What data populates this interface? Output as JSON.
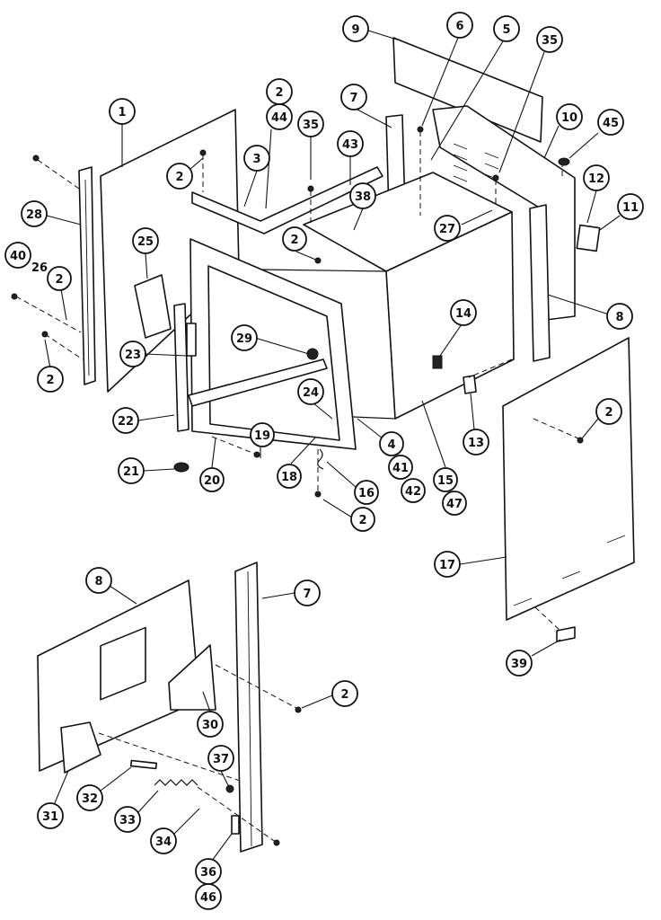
{
  "diagram": {
    "callouts": [
      {
        "label": "1"
      },
      {
        "label": "2"
      },
      {
        "label": "44"
      },
      {
        "label": "3"
      },
      {
        "label": "35"
      },
      {
        "label": "43"
      },
      {
        "label": "7"
      },
      {
        "label": "38"
      },
      {
        "label": "9"
      },
      {
        "label": "6"
      },
      {
        "label": "5"
      },
      {
        "label": "35"
      },
      {
        "label": "10"
      },
      {
        "label": "45"
      },
      {
        "label": "12"
      },
      {
        "label": "11"
      },
      {
        "label": "28"
      },
      {
        "label": "2"
      },
      {
        "label": "40"
      },
      {
        "label": "26"
      },
      {
        "label": "2"
      },
      {
        "label": "2"
      },
      {
        "label": "25"
      },
      {
        "label": "2"
      },
      {
        "label": "27"
      },
      {
        "label": "8"
      },
      {
        "label": "29"
      },
      {
        "label": "23"
      },
      {
        "label": "14"
      },
      {
        "label": "24"
      },
      {
        "label": "22"
      },
      {
        "label": "19"
      },
      {
        "label": "4"
      },
      {
        "label": "41"
      },
      {
        "label": "42"
      },
      {
        "label": "15"
      },
      {
        "label": "47"
      },
      {
        "label": "13"
      },
      {
        "label": "2"
      },
      {
        "label": "21"
      },
      {
        "label": "20"
      },
      {
        "label": "18"
      },
      {
        "label": "16"
      },
      {
        "label": "2"
      },
      {
        "label": "17"
      },
      {
        "label": "8"
      },
      {
        "label": "7"
      },
      {
        "label": "2"
      },
      {
        "label": "39"
      },
      {
        "label": "30"
      },
      {
        "label": "37"
      },
      {
        "label": "32"
      },
      {
        "label": "31"
      },
      {
        "label": "33"
      },
      {
        "label": "34"
      },
      {
        "label": "36"
      },
      {
        "label": "46"
      }
    ]
  }
}
